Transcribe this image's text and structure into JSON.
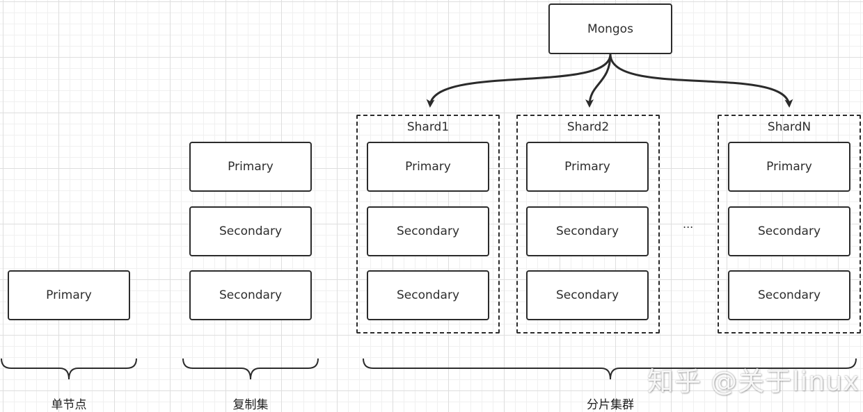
{
  "mongos": {
    "label": "Mongos"
  },
  "single_node": {
    "primary": "Primary",
    "caption": "单节点"
  },
  "replica_set": {
    "primary": "Primary",
    "secondary_1": "Secondary",
    "secondary_2": "Secondary",
    "caption": "复制集"
  },
  "sharded_cluster": {
    "caption": "分片集群",
    "ellipsis": "...",
    "shards": [
      {
        "title": "Shard1",
        "primary": "Primary",
        "secondary_1": "Secondary",
        "secondary_2": "Secondary"
      },
      {
        "title": "Shard2",
        "primary": "Primary",
        "secondary_1": "Secondary",
        "secondary_2": "Secondary"
      },
      {
        "title": "ShardN",
        "primary": "Primary",
        "secondary_1": "Secondary",
        "secondary_2": "Secondary"
      }
    ]
  },
  "watermark": "知乎 @关于linux",
  "colors": {
    "stroke": "#2b2b2b",
    "grid_major": "#dedede",
    "grid_minor": "#f0f0f0"
  }
}
